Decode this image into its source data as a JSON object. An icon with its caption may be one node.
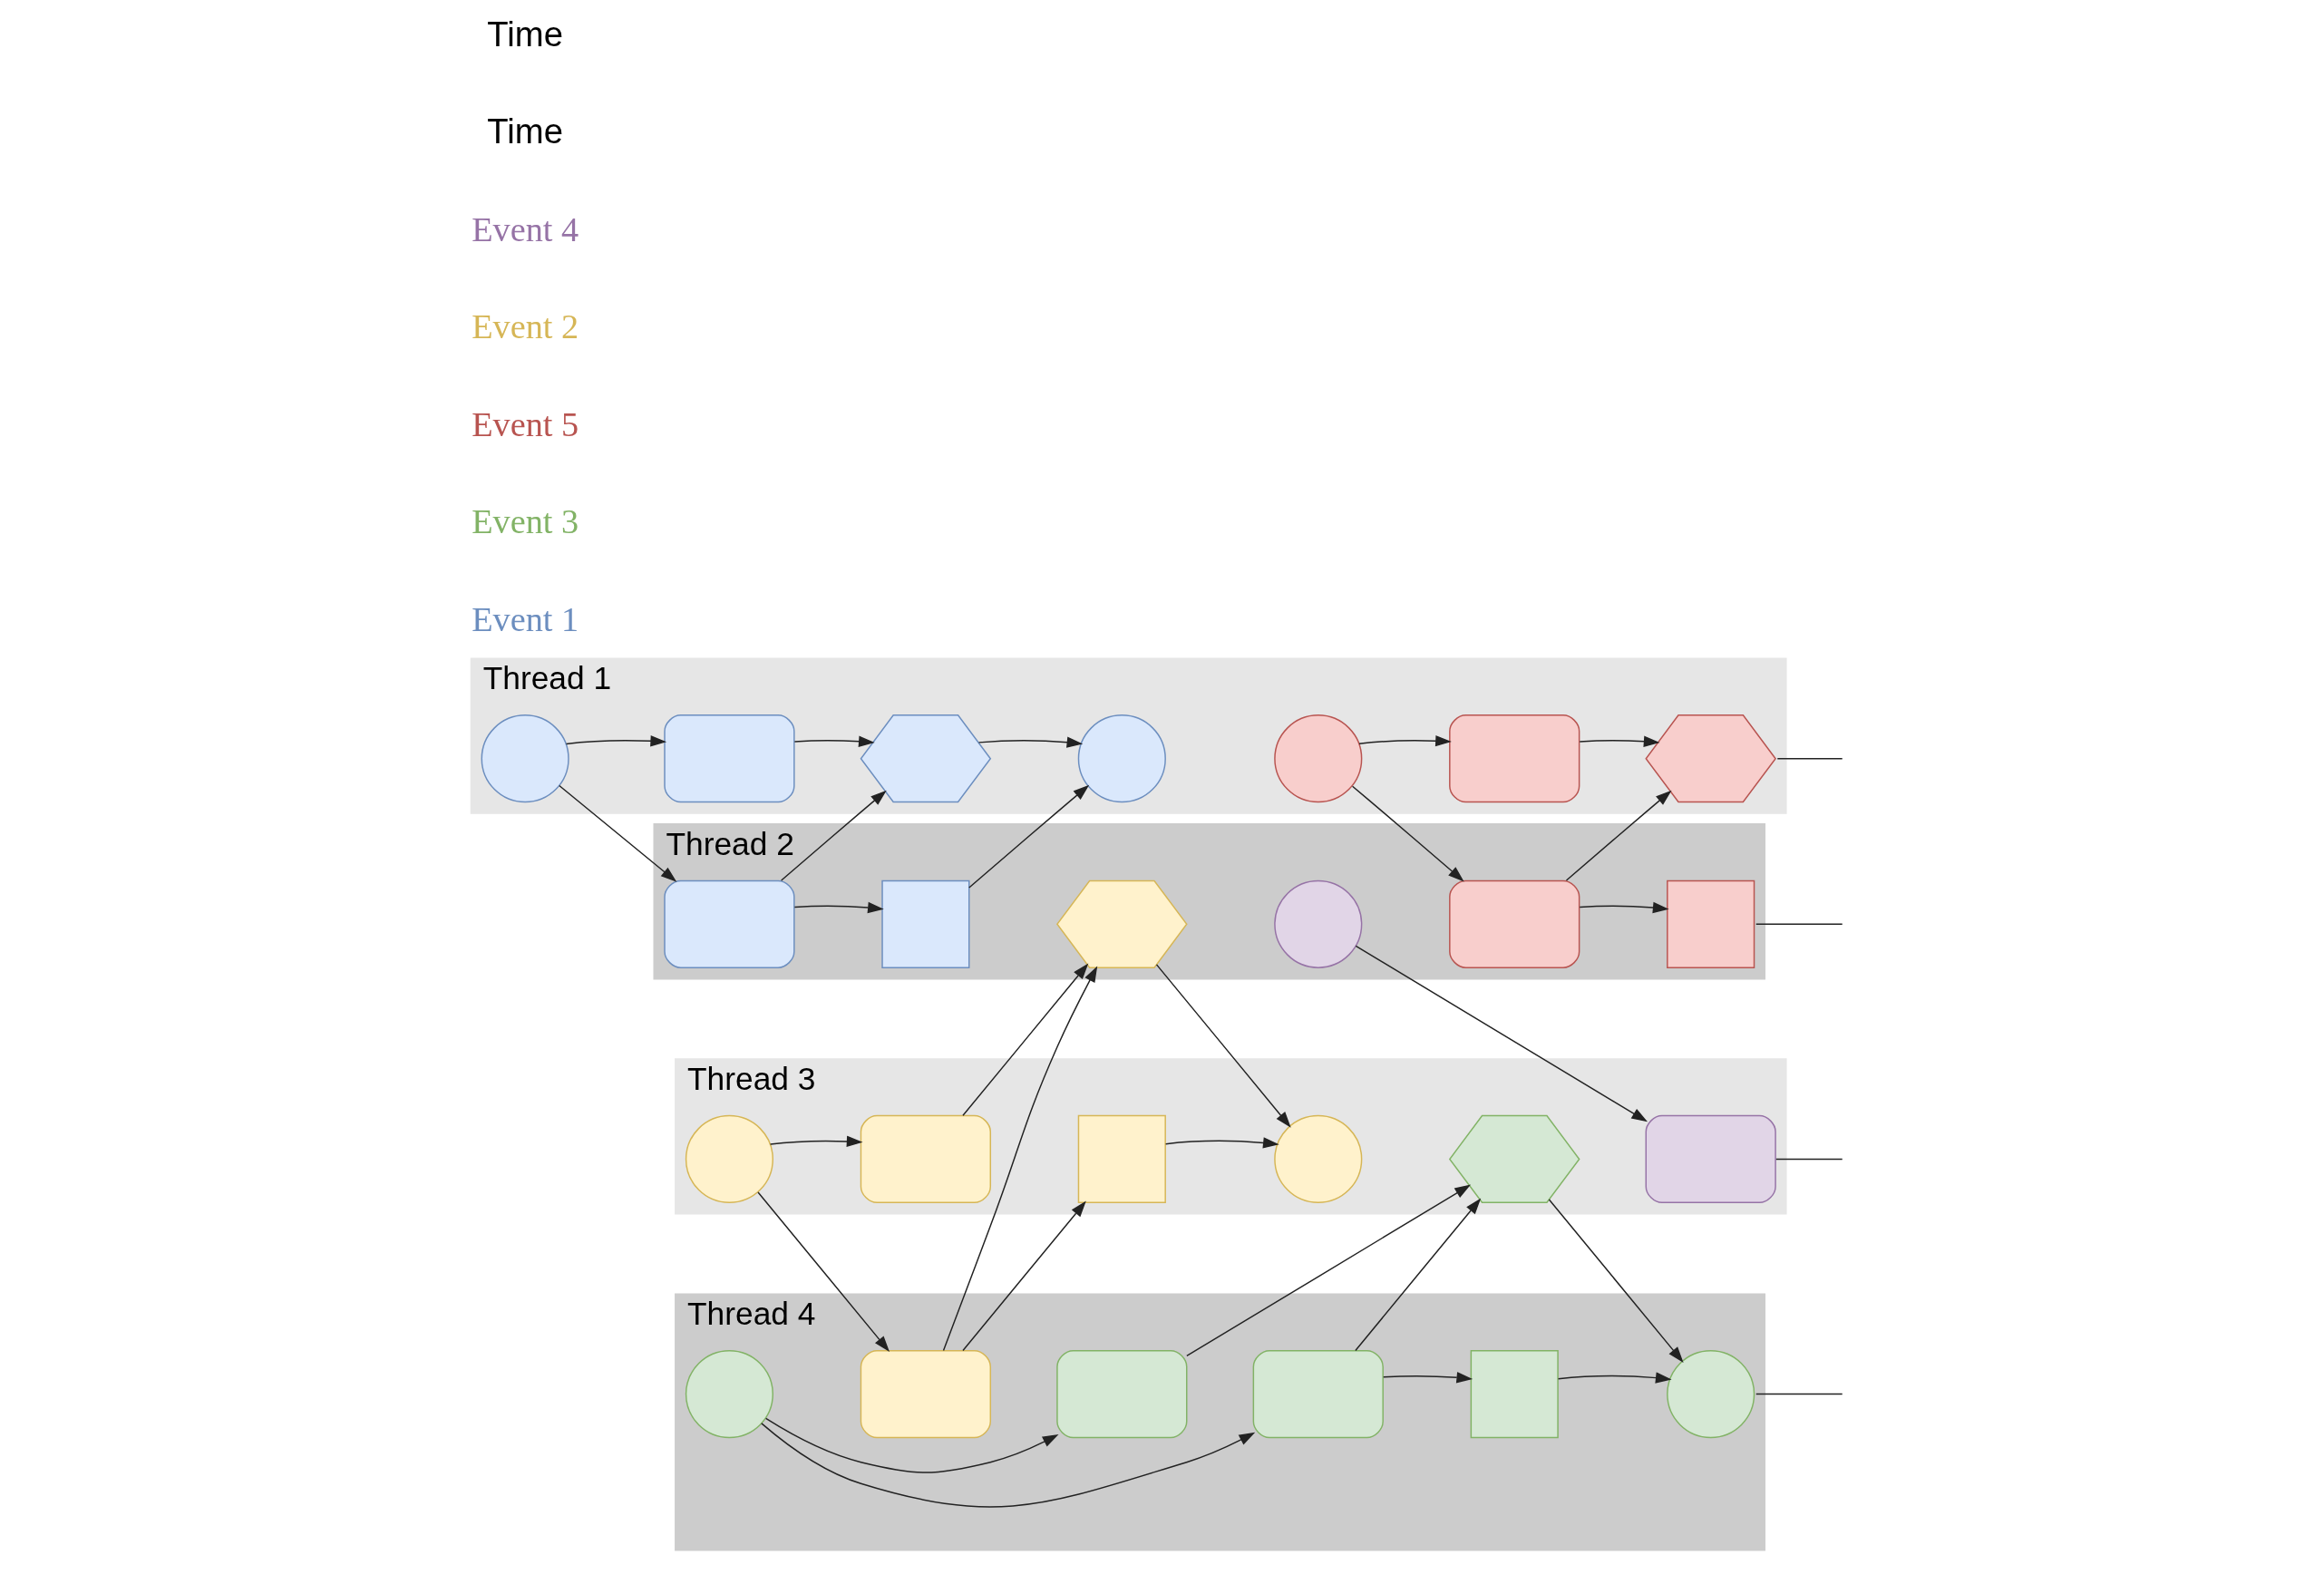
{
  "diagram": {
    "nodes": [
      {
        "text": [
          "Thread 1"
        ]
      },
      {
        "text": [],
        "shape": "circle",
        "in": 0
      },
      {
        "text": [],
        "shape": "box",
        "in": 0
      },
      {
        "text": [],
        "shape": "hexagon",
        "in": 0
      },
      {
        "text": [],
        "shape": "circle",
        "in": 0
      },
      {
        "text": [],
        "shape": "circle",
        "in": 0
      },
      {
        "text": [],
        "shape": "box",
        "in": 0
      },
      {
        "text": [],
        "shape": "hexagon",
        "in": 0
      },
      {
        "text": [
          "Thread 2"
        ]
      },
      {
        "text": [],
        "shape": "box",
        "in": 8
      },
      {
        "text": [],
        "shape": "square",
        "in": 8
      },
      {
        "text": [],
        "shape": "hexagon",
        "in": 8
      },
      {
        "text": [],
        "shape": "circle",
        "in": 8
      },
      {
        "text": [],
        "shape": "box",
        "in": 8
      },
      {
        "text": [],
        "shape": "square",
        "in": 8
      },
      {
        "text": [
          "Thread 3"
        ]
      },
      {
        "text": [],
        "shape": "circle",
        "in": 15
      },
      {
        "text": [],
        "shape": "box",
        "in": 15
      },
      {
        "text": [],
        "shape": "square",
        "in": 15
      },
      {
        "text": [],
        "shape": "circle",
        "in": 15
      },
      {
        "text": [],
        "shape": "hexagon",
        "in": 15
      },
      {
        "text": [],
        "shape": "box",
        "in": 15
      },
      {
        "text": [
          "Thread 4"
        ]
      },
      {
        "text": [],
        "shape": "circle",
        "in": 22
      },
      {
        "text": [],
        "shape": "box",
        "in": 22
      },
      {
        "text": [],
        "shape": "box",
        "in": 22
      },
      {
        "text": [],
        "shape": "box",
        "in": 22
      },
      {
        "text": [],
        "shape": "square",
        "in": 22
      },
      {
        "text": [],
        "shape": "circle",
        "in": 22
      }
    ],
    "edges": [
      {
        "from": 1,
        "to": 2,
        "arrow": "to"
      },
      {
        "from": 1,
        "to": 9,
        "arrow": "to"
      },
      {
        "from": 2,
        "to": 3,
        "arrow": "to"
      },
      {
        "from": 3,
        "to": 4,
        "arrow": "to"
      },
      {
        "from": 9,
        "to": 3,
        "arrow": "to"
      },
      {
        "from": 9,
        "to": 10,
        "arrow": "to"
      },
      {
        "from": 10,
        "to": 4,
        "arrow": "to"
      },
      {
        "from": 5,
        "to": 6,
        "arrow": "to"
      },
      {
        "from": 5,
        "to": 13,
        "arrow": "to"
      },
      {
        "from": 6,
        "to": 7,
        "arrow": "to"
      },
      {
        "from": 13,
        "to": 7,
        "arrow": "to"
      },
      {
        "from": 13,
        "to": 14,
        "arrow": "to"
      },
      {
        "from": 7,
        "to": null,
        "arrow": "none"
      },
      {
        "from": 14,
        "to": null,
        "arrow": "none"
      },
      {
        "from": 12,
        "to": 21,
        "arrow": "to"
      },
      {
        "from": 11,
        "to": 19,
        "arrow": "to"
      },
      {
        "from": 16,
        "to": 17,
        "arrow": "to"
      },
      {
        "from": 16,
        "to": 24,
        "arrow": "to"
      },
      {
        "from": 17,
        "to": 11,
        "arrow": "to"
      },
      {
        "from": 24,
        "to": 11,
        "arrow": "to"
      },
      {
        "from": 24,
        "to": 18,
        "arrow": "to"
      },
      {
        "from": 18,
        "to": 19,
        "arrow": "to"
      },
      {
        "from": 21,
        "to": null,
        "arrow": "none"
      },
      {
        "from": 23,
        "to": 25,
        "arrow": "to"
      },
      {
        "from": 23,
        "to": 26,
        "arrow": "to"
      },
      {
        "from": 25,
        "to": 20,
        "arrow": "to"
      },
      {
        "from": 26,
        "to": 20,
        "arrow": "to"
      },
      {
        "from": 26,
        "to": 27,
        "arrow": "to"
      },
      {
        "from": 27,
        "to": 28,
        "arrow": "to"
      },
      {
        "from": 20,
        "to": 28,
        "arrow": "to"
      },
      {
        "from": 28,
        "to": null,
        "arrow": "none"
      }
    ],
    "labels": [
      "Event 1",
      "Event 3",
      "Event 5",
      "Event 2",
      "Event 4",
      "Time",
      "Time"
    ]
  }
}
